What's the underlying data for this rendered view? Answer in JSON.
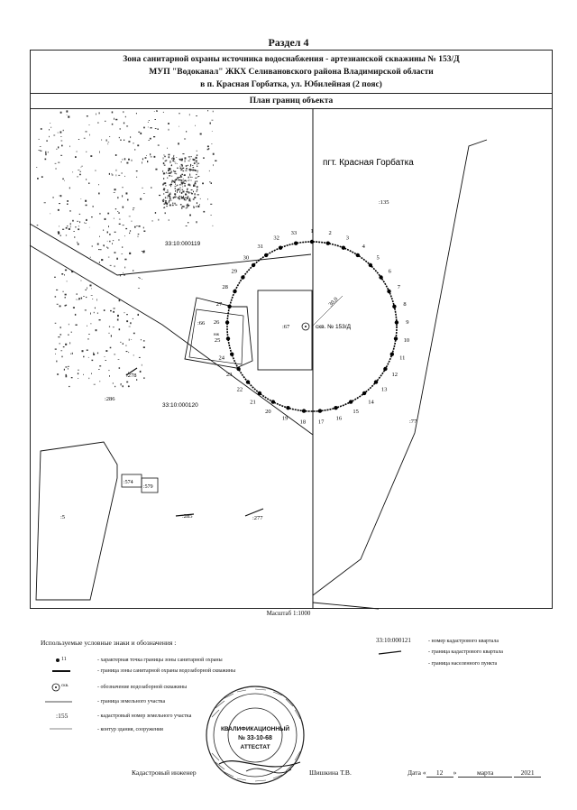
{
  "section": "Раздел 4",
  "header": {
    "line1": "Зона санитарной охраны источника водоснабжения - артезианской скважины № 153/Д",
    "line2": "МУП \"Водоканал\" ЖКХ Селивановского района Владимирской области",
    "line3": "в п. Красная Горбатка, ул. Юбилейная (2 пояс)"
  },
  "subheader": "План границ объекта",
  "map": {
    "settlement": "пгт. Красная Горбатка",
    "quarters": [
      "33:10:000119",
      "33:10:000120"
    ],
    "parcels": [
      ":135",
      ":66",
      ":67",
      ":278",
      ":286",
      ":574",
      ":579",
      ":5",
      ":285",
      ":277",
      ":77"
    ],
    "well_label": "скв. № 153/Д",
    "radius_label": "30,0",
    "building_note": "нж",
    "points": [
      "1",
      "2",
      "3",
      "4",
      "5",
      "6",
      "7",
      "8",
      "9",
      "10",
      "11",
      "12",
      "13",
      "14",
      "15",
      "16",
      "17",
      "18",
      "19",
      "20",
      "21",
      "22",
      "23",
      "24",
      "25",
      "26",
      "27",
      "28",
      "29",
      "30",
      "31",
      "32",
      "33"
    ]
  },
  "scale": "Масштаб 1:1000",
  "legend": {
    "title": "Используемые условные знаки и обозначения :",
    "items": [
      {
        "symbol": "11",
        "text": "- характерная точка границы зоны санитарной охраны"
      },
      {
        "symbol": "",
        "text": "- граница зоны санитарной охраны водозаборной скважины"
      },
      {
        "symbol": "скв.",
        "text": "- обозначение водозаборной скважины"
      },
      {
        "symbol": "",
        "text": "- граница земельного участка"
      },
      {
        "symbol": ":155",
        "text": "- кадастровый номер земельного участка"
      },
      {
        "symbol": "",
        "text": "- контур здания, сооружения"
      }
    ],
    "right_items": [
      {
        "symbol": "33:10:000121",
        "text": "- номер кадастрового квартала"
      },
      {
        "symbol": "",
        "text": "- граница кадастрового квартала"
      },
      {
        "symbol": "",
        "text": "- граница населенного пункта"
      }
    ]
  },
  "stamp": {
    "top": "КВАЛИФИКАЦИОННЫЙ",
    "number": "№ 33-10-68",
    "bottom": "АТТЕСТАТ"
  },
  "signature": {
    "role": "Кадастровый инженер",
    "name": "Шишкина Т.В.",
    "date_label": "Дата",
    "day": "12",
    "month": "марта",
    "year": "2021"
  }
}
